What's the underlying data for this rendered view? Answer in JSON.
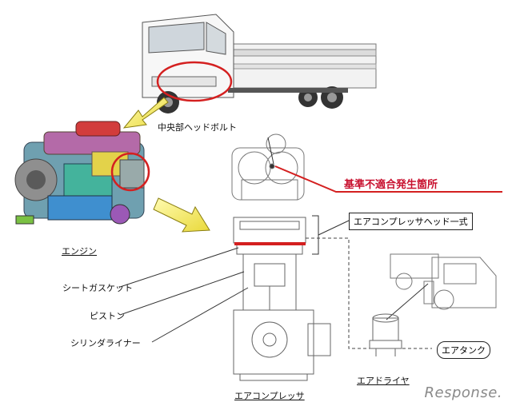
{
  "labels": {
    "central_bolt": "中央部ヘッドボルト",
    "defect_location": "基準不適合発生箇所",
    "head_assembly": "エアコンプレッサヘッド一式",
    "engine": "エンジン",
    "seat_gasket": "シートガスケット",
    "piston": "ピストン",
    "cylinder_liner": "シリンダライナー",
    "air_compressor": "エアコンプレッサ",
    "air_tank": "エアタンク",
    "air_dryer": "エアドライヤ"
  },
  "watermark": "Response.",
  "colors": {
    "accent_red": "#d42020",
    "arrow_yellow": "#f5e94a",
    "line": "#333333"
  }
}
